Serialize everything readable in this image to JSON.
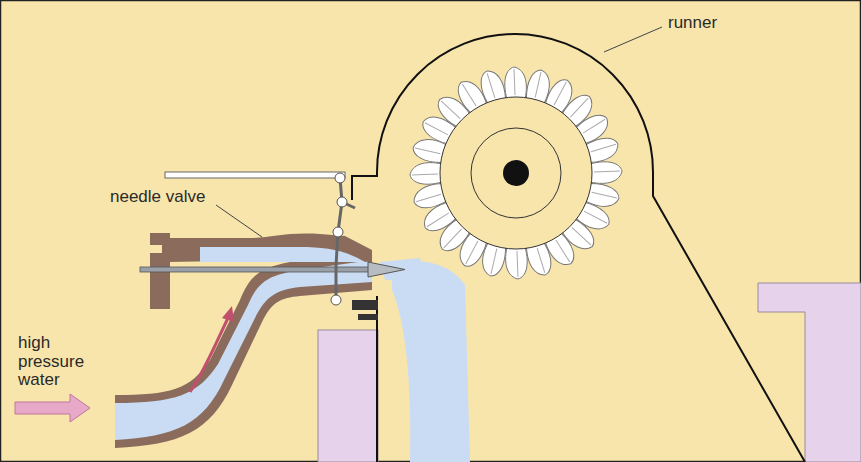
{
  "diagram": {
    "labels": [
      "runner",
      "needle valve",
      "high pressure water"
    ]
  }
}
